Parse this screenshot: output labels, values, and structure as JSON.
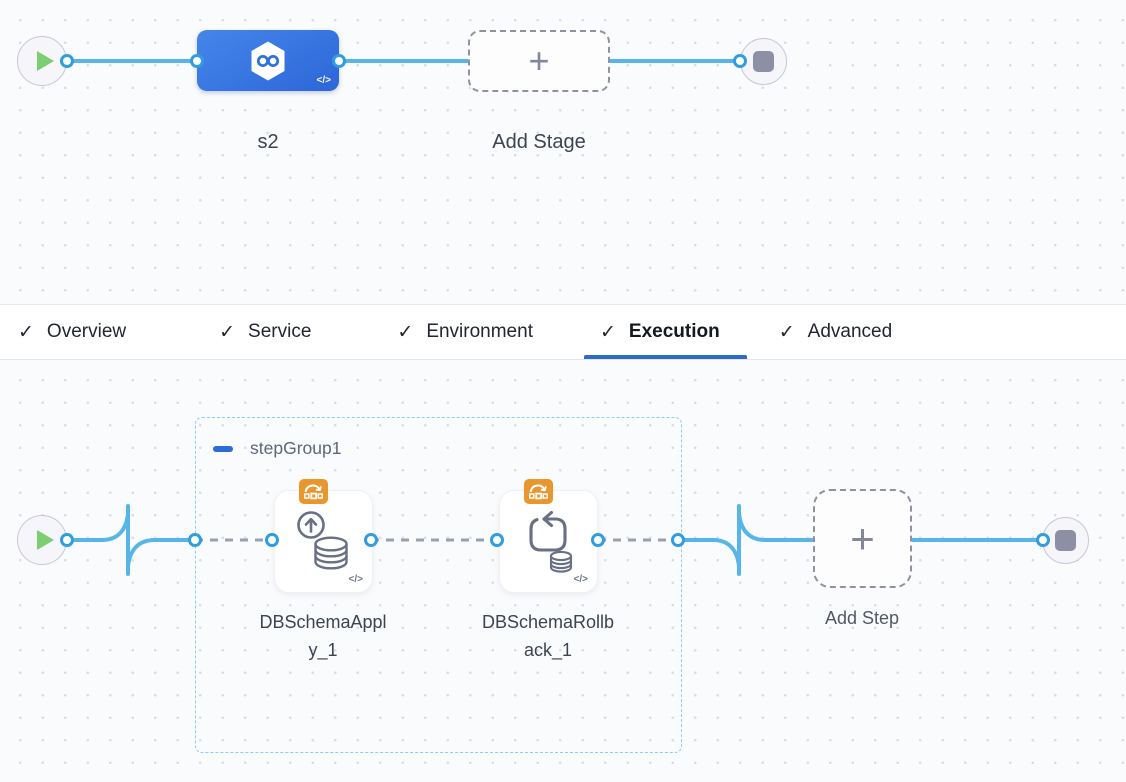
{
  "colors": {
    "wire_blue": "#57b5e8",
    "port_border_blue": "#2f9de2",
    "stage_gradient_top": "#4486ea",
    "stage_gradient_bottom": "#2d66d8",
    "active_tab_underline": "#2a6bc8",
    "step_group_border": "#8dcdf0",
    "badge_orange": "#e9962e",
    "play_green": "#7bce71",
    "stop_gray": "#8d90a5",
    "canvas_bg": "#fafbfd"
  },
  "stage_flow": {
    "stage_name": "s2",
    "add_stage_label": "Add Stage",
    "plus_glyph": "+",
    "code_glyph": "</>"
  },
  "tab_bar": {
    "check_glyph": "✓",
    "tabs": [
      {
        "label": "Overview",
        "active": false
      },
      {
        "label": "Service",
        "active": false
      },
      {
        "label": "Environment",
        "active": false
      },
      {
        "label": "Execution",
        "active": true
      },
      {
        "label": "Advanced",
        "active": false
      }
    ]
  },
  "execution_flow": {
    "step_group_name": "stepGroup1",
    "steps": [
      {
        "name": "DBSchemaApply_1",
        "line1": "DBSchemaAppl",
        "line2": "y_1"
      },
      {
        "name": "DBSchemaRollback_1",
        "line1": "DBSchemaRollb",
        "line2": "ack_1"
      }
    ],
    "add_step_label": "Add Step",
    "plus_glyph": "+",
    "code_glyph": "</>"
  }
}
